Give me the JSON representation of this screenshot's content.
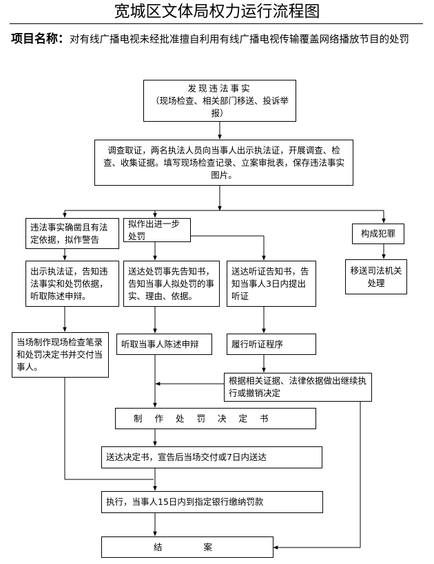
{
  "title": "宽城区文体局权力运行流程图",
  "project": {
    "label": "项目名称：",
    "text": "对有线广播电视未经批准擅自利用有线广播电视传输覆盖网络播放节目的处罚"
  },
  "steps": {
    "discover": {
      "line1": "发现违法事实",
      "line2": "（现场检查、相关部门移送、投诉举报）"
    },
    "investigate": "调查取证，两名执法人员向当事人出示执法证，开展调查、检查、收集证据。填写现场检查记录、立案审批表，保存违法事实图片。",
    "warning": "违法事实确凿且有法定依据，拟作警告",
    "further": "拟作出进一步处罚",
    "crime": "构成犯罪",
    "show_cert": "出示执法证，告知违法事实和处罚依据，听取陈述申辩。",
    "notice": "送达处罚事先告知书，告知当事人拟处罚的事实、理由、依据。",
    "hearing_notice": "送达听证告知书，告知当事人3日内提出听证",
    "transfer": "移送司法机关处理",
    "onsite_decision": "当场制作现场检查笔录和处罚决定书并交付当事人。",
    "listen": "听取当事人陈述申辩",
    "hearing": "履行听证程序",
    "decide": "根据相关证据、法律依据做出继续执行或撤销决定",
    "make_decision": "制作处罚决定书",
    "deliver": "送达决定书，宣告后当场交付或7日内送达",
    "execute": "执行，当事人15日内到指定银行缴纳罚款",
    "close": "结案"
  }
}
